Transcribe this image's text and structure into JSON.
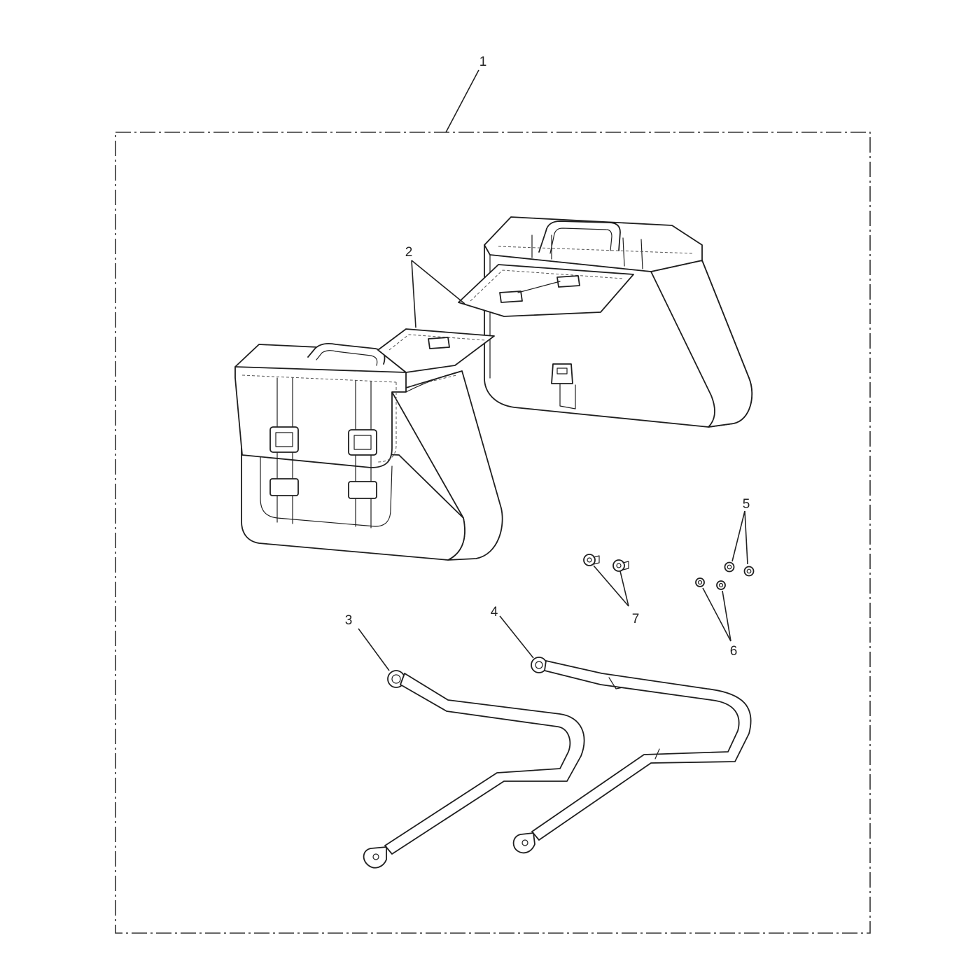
{
  "callouts": {
    "c1": "1",
    "c2": "2",
    "c3": "3",
    "c4": "4",
    "c5": "5",
    "c6": "6",
    "c7": "7"
  },
  "colors": {
    "line": "#1f1f1f",
    "background": "#ffffff"
  }
}
